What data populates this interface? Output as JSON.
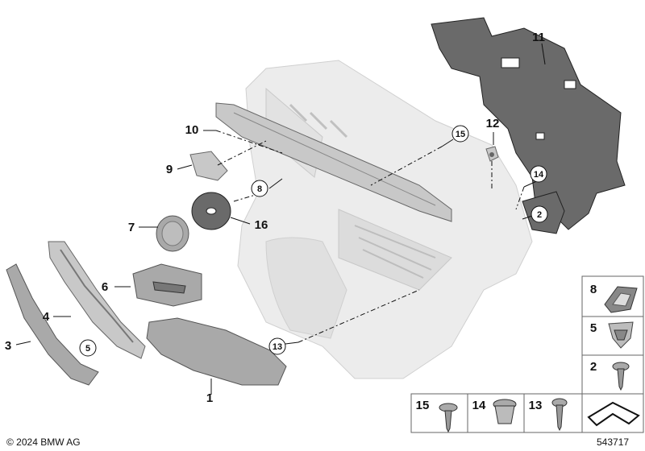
{
  "callouts": {
    "n1": "1",
    "n2": "2",
    "n3": "3",
    "n4": "4",
    "n5": "5",
    "n6": "6",
    "n7": "7",
    "n8": "8",
    "n9": "9",
    "n10": "10",
    "n11": "11",
    "n12": "12",
    "n13": "13",
    "n14": "14",
    "n15": "15",
    "n16": "16"
  },
  "legend": {
    "b8": "8",
    "b5": "5",
    "b2": "2",
    "b15": "15",
    "b14": "14",
    "b13": "13"
  },
  "footer": {
    "copyright": "© 2024 BMW AG",
    "diagram_id": "543717"
  }
}
